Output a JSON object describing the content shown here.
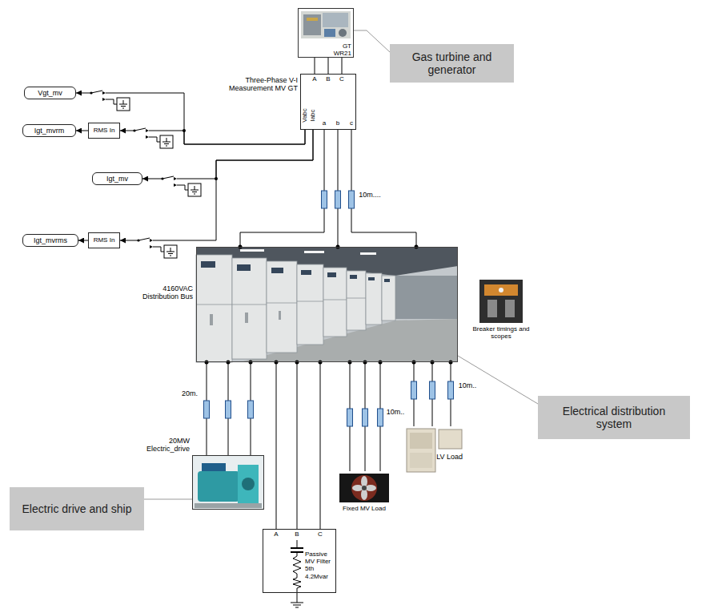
{
  "diagram": {
    "nodes": [
      {
        "text": [
          "GT WR21"
        ]
      },
      {
        "text": [
          "Gas turbine and generator"
        ]
      },
      {
        "text": [
          "Three-Phase V-I Measurement MV GT"
        ]
      },
      {
        "text": [
          "Vgt_mv"
        ]
      },
      {
        "text": [
          "Igt_mvrm"
        ]
      },
      {
        "text": [
          "RMS In"
        ]
      },
      {
        "text": [
          "Igt_mv"
        ]
      },
      {
        "text": [
          "Igt_mvrms"
        ]
      },
      {
        "text": [
          "RMS In"
        ]
      },
      {
        "text": [
          "4160VAC Distribution Bus"
        ]
      },
      {
        "text": [
          "Breaker timings and scopes"
        ]
      },
      {
        "text": [
          "Electrical distribution system"
        ]
      },
      {
        "text": [
          "20MW Electric_drive"
        ]
      },
      {
        "text": [
          "Electric drive and ship"
        ]
      },
      {
        "text": [
          "Fixed MV Load"
        ]
      },
      {
        "text": [
          "LV Load"
        ]
      },
      {
        "text": [
          "Passive MV Filter 5th 4.2Mvar"
        ]
      }
    ],
    "edges": [
      {
        "from": 0,
        "to": 2,
        "arrow": "none"
      },
      {
        "from": 1,
        "to": 0,
        "arrow": "none"
      },
      {
        "from": 2,
        "to": 3,
        "arrow": "to"
      },
      {
        "from": 2,
        "to": 5,
        "arrow": "to"
      },
      {
        "from": 5,
        "to": 4,
        "arrow": "to"
      },
      {
        "from": 2,
        "to": 6,
        "arrow": "to"
      },
      {
        "from": 2,
        "to": 8,
        "arrow": "to"
      },
      {
        "from": 8,
        "to": 7,
        "arrow": "to"
      },
      {
        "from": 2,
        "to": 9,
        "arrow": "none"
      },
      {
        "from": 11,
        "to": 9,
        "arrow": "none"
      },
      {
        "from": 9,
        "to": 12,
        "arrow": "none"
      },
      {
        "from": 13,
        "to": 12,
        "arrow": "none"
      },
      {
        "from": 9,
        "to": 16,
        "arrow": "none"
      },
      {
        "from": 9,
        "to": 14,
        "arrow": "none"
      },
      {
        "from": 9,
        "to": 15,
        "arrow": "none"
      }
    ],
    "labels": [
      "A",
      "B",
      "C",
      "Vabc",
      "Iabc",
      "a",
      "b",
      "c",
      "10m....",
      "20m.",
      "A",
      "B",
      "C",
      "10m..",
      "10m.."
    ]
  }
}
